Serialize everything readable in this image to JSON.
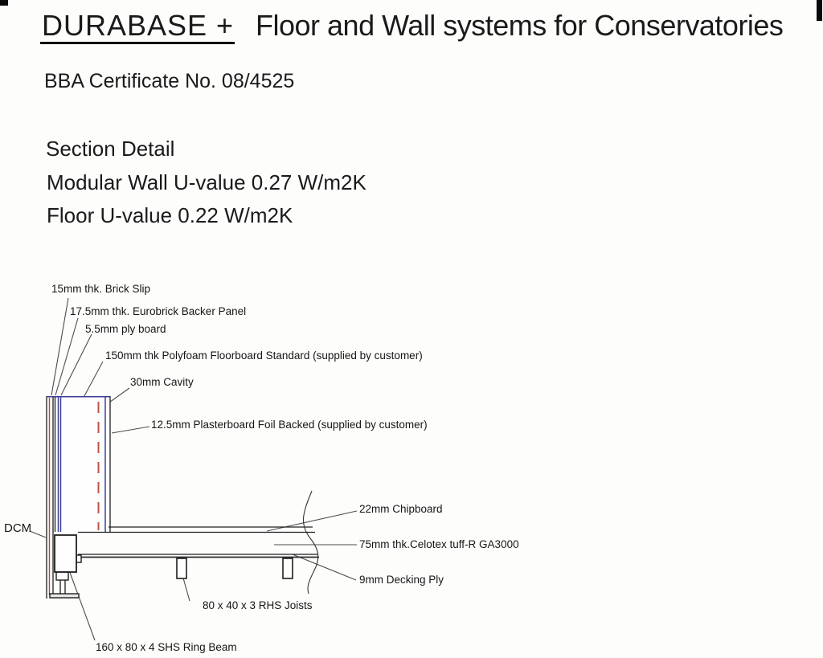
{
  "header": {
    "brand": "DURABASE +",
    "title": "Floor and Wall systems for Conservatories",
    "certificate": "BBA Certificate No. 08/4525"
  },
  "section": {
    "heading": "Section Detail",
    "wall_u_value": "Modular Wall U-value 0.27 W/m2K",
    "floor_u_value": "Floor U-value 0.22 W/m2K"
  },
  "drawing": {
    "labels": {
      "brick_slip": "15mm thk. Brick Slip",
      "backer_panel": "17.5mm thk. Eurobrick Backer Panel",
      "ply_board": "5.5mm ply board",
      "polyfoam": "150mm thk Polyfoam Floorboard Standard (supplied by customer)",
      "cavity": "30mm Cavity",
      "plasterboard": "12.5mm Plasterboard Foil Backed (supplied by customer)",
      "dcm": "DCM",
      "chipboard": "22mm Chipboard",
      "celotex": "75mm thk.Celotex tuff-R GA3000",
      "decking_ply": "9mm Decking Ply",
      "joists": "80 x 40 x 3 RHS Joists",
      "ring_beam": "160 x 80 x 4 SHS Ring Beam"
    },
    "colors": {
      "line_black": "#1f1f1f",
      "leader_grey": "#4d4d4d",
      "membrane_blue": "#3b3e94",
      "brick_red": "#ad4a45",
      "cavity_dashed_red": "#b8524c"
    }
  }
}
